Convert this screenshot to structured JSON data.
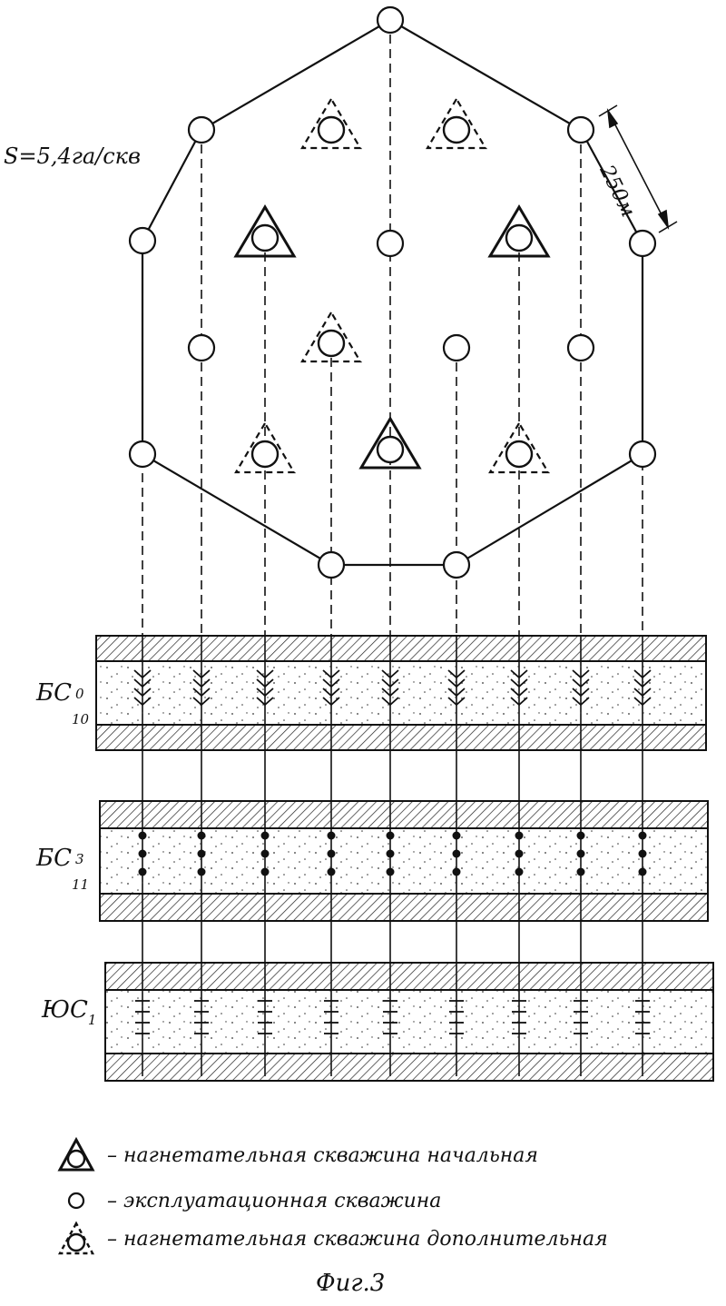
{
  "annotations": {
    "density": "S=5,4га/скв",
    "spacing": "250м"
  },
  "layers": [
    {
      "id": "bc10",
      "main": "БС",
      "sup": "0",
      "sub": "10"
    },
    {
      "id": "bc11",
      "main": "БС",
      "sup": "3",
      "sub": "11"
    },
    {
      "id": "yus1",
      "main": "ЮС",
      "sup": "",
      "sub": "1"
    }
  ],
  "legend": [
    {
      "icon": "injection-well-initial-icon",
      "text": "– нагнетательная скважина начальная"
    },
    {
      "icon": "production-well-icon",
      "text": "– эксплуатационная скважина"
    },
    {
      "icon": "injection-well-additional-icon",
      "text": "– нагнетательная скважина дополнительная"
    }
  ],
  "caption": "Фиг.3"
}
